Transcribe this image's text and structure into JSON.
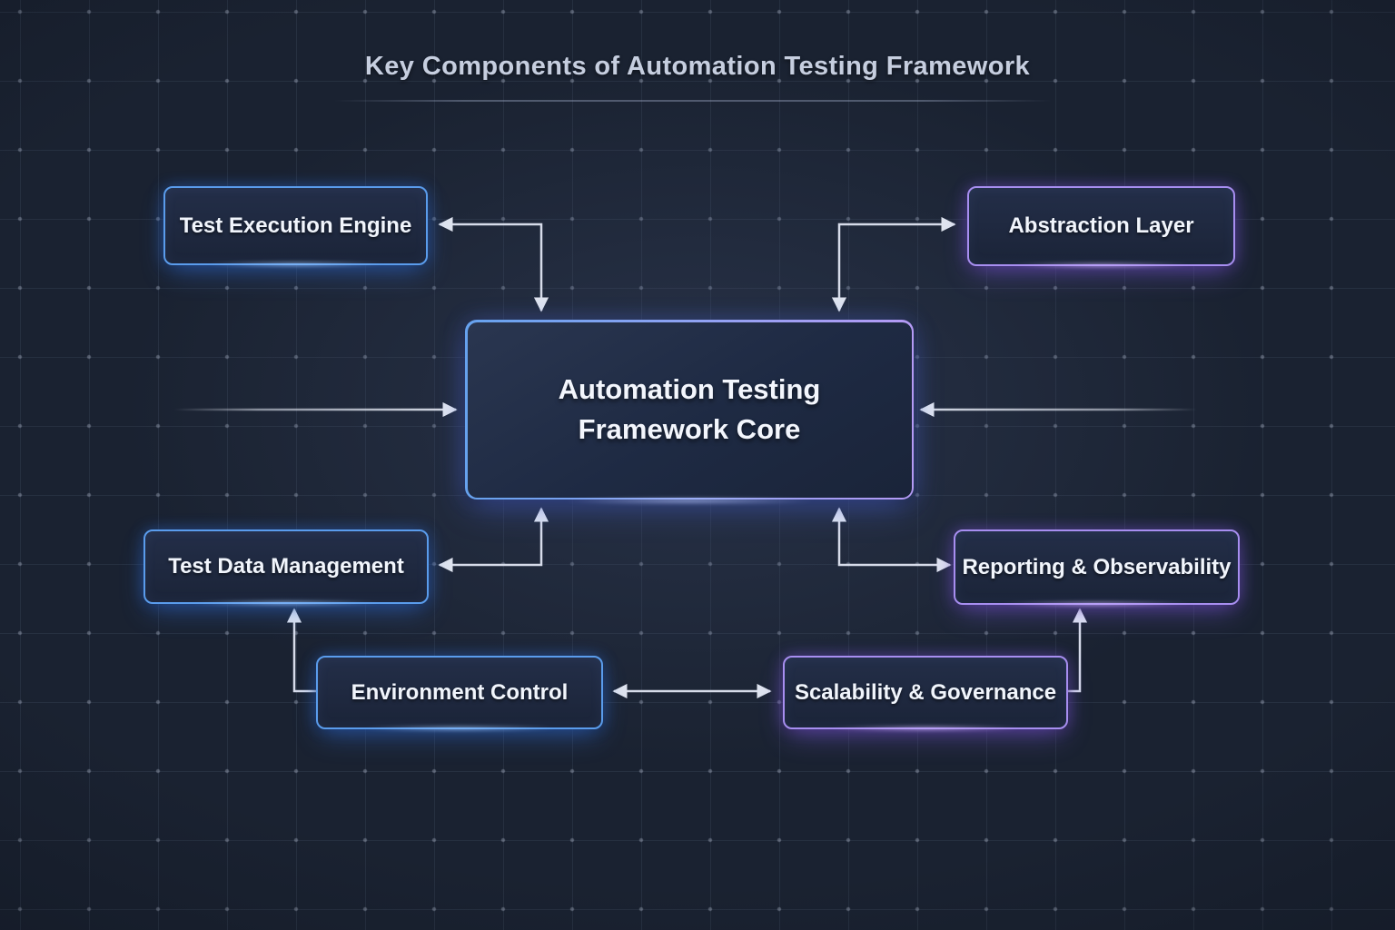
{
  "title": "Key Components of Automation Testing Framework",
  "core": {
    "line1": "Automation Testing",
    "line2": "Framework Core"
  },
  "nodes": [
    {
      "label": "Test Execution Engine",
      "accent": "blue"
    },
    {
      "label": "Abstraction Layer",
      "accent": "purple"
    },
    {
      "label": "Test Data Management",
      "accent": "blue"
    },
    {
      "label": "Reporting & Observability",
      "accent": "purple"
    },
    {
      "label": "Environment Control",
      "accent": "blue"
    },
    {
      "label": "Scalability & Governance",
      "accent": "purple"
    }
  ],
  "colors": {
    "background": "#1a2231",
    "accent_blue": "#5a9cec",
    "accent_purple": "#a78ef0",
    "arrow": "#d9deeb",
    "box_fill": "#1e2940",
    "title_text": "#c6cedf",
    "node_text": "#f1f5fc"
  }
}
